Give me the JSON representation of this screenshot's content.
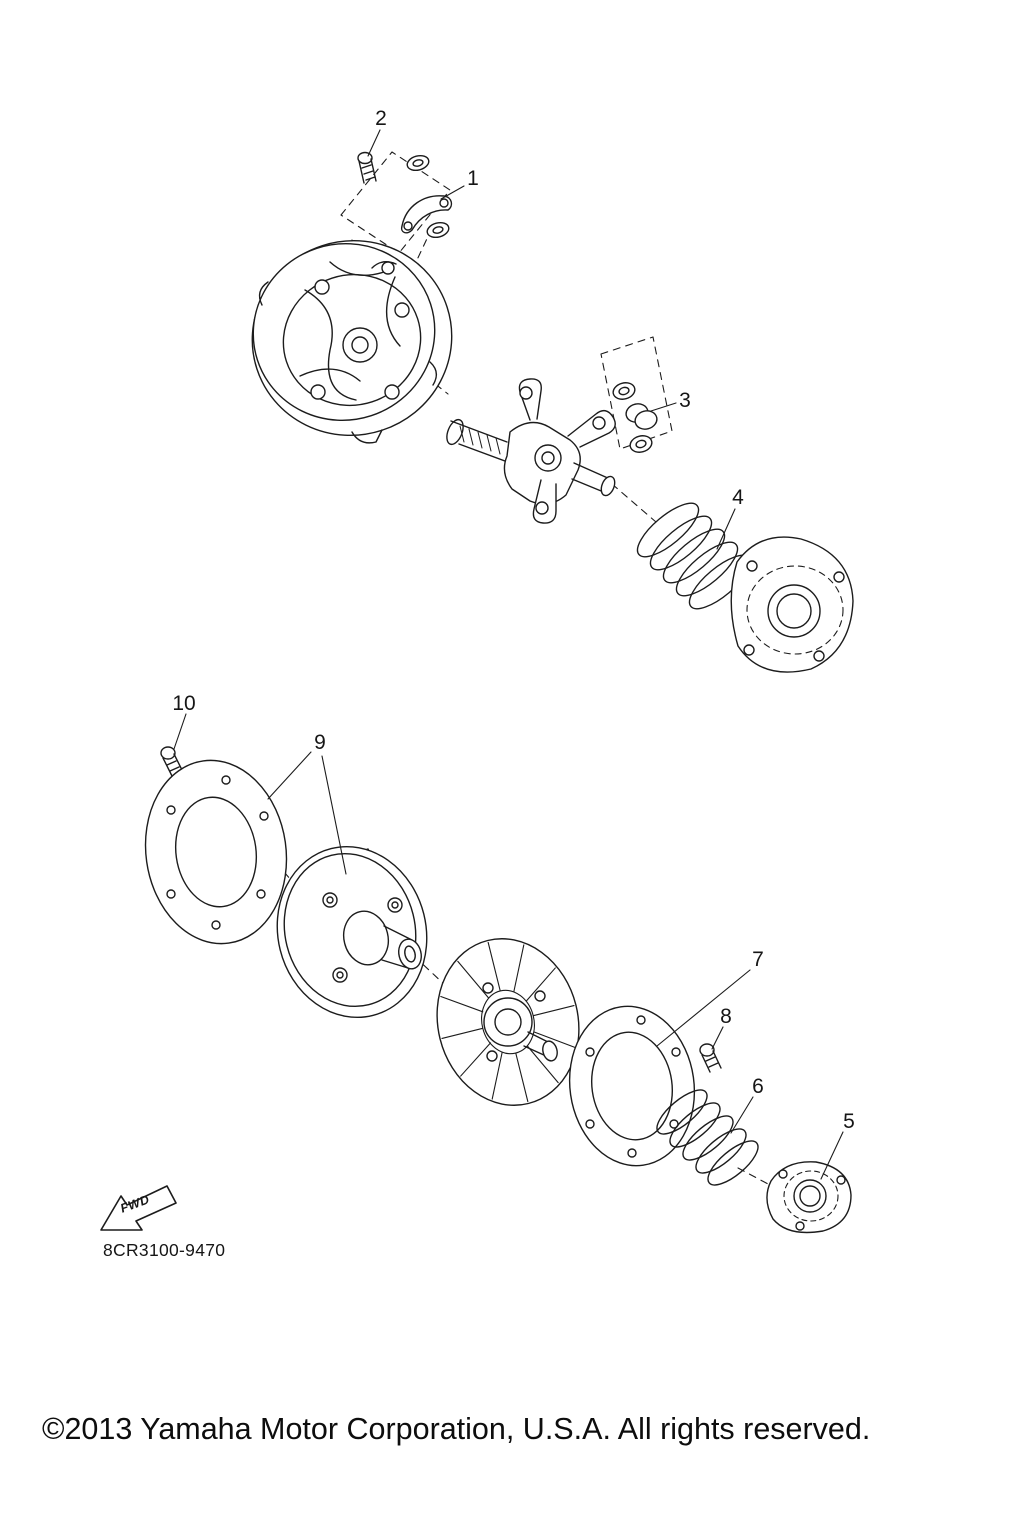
{
  "diagram": {
    "code": "8CR3100-9470",
    "fwd_label": "FWD",
    "callouts": [
      {
        "label": "1"
      },
      {
        "label": "2"
      },
      {
        "label": "3"
      },
      {
        "label": "4"
      },
      {
        "label": "5"
      },
      {
        "label": "6"
      },
      {
        "label": "7"
      },
      {
        "label": "8"
      },
      {
        "label": "9"
      },
      {
        "label": "10"
      }
    ]
  },
  "footer": {
    "copyright": "©2013 Yamaha Motor Corporation, U.S.A. All rights reserved."
  },
  "colors": {
    "line": "#1c1c1c",
    "background": "#ffffff"
  }
}
